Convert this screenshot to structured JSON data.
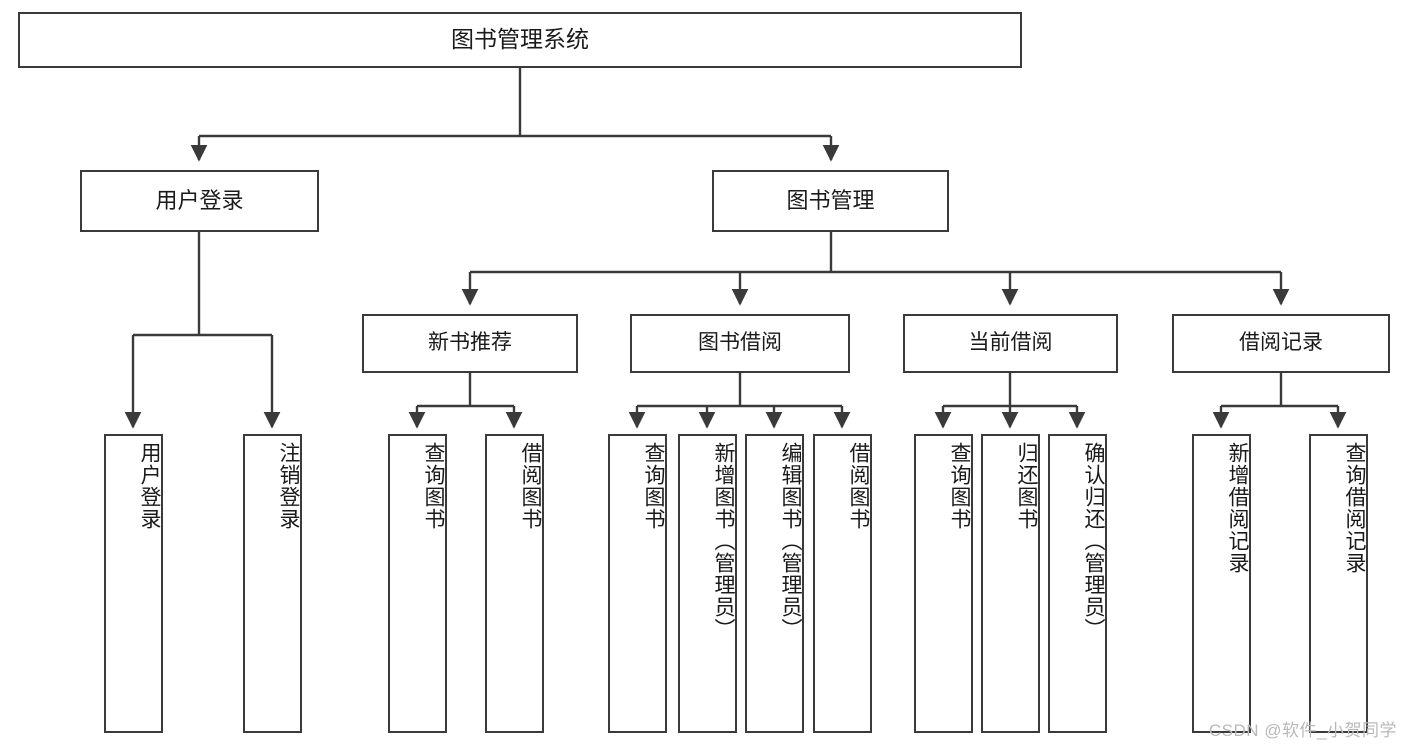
{
  "diagram": {
    "type": "tree-hierarchy-diagram",
    "title": "图书管理系统",
    "watermark": "CSDN @软件_小贺同学",
    "colors": {
      "stroke": "#3a3a3a",
      "fill": "#ffffff",
      "text": "#1a1a1a",
      "watermark": "#b9b9b9"
    },
    "nodes": {
      "root": {
        "label": "图书管理系统"
      },
      "level2": [
        {
          "label": "用户登录"
        },
        {
          "label": "图书管理"
        }
      ],
      "level3": [
        {
          "label": "新书推荐"
        },
        {
          "label": "图书借阅"
        },
        {
          "label": "当前借阅"
        },
        {
          "label": "借阅记录"
        }
      ],
      "leaves": [
        {
          "label": "用户登录",
          "parent": "用户登录"
        },
        {
          "label": "注销登录",
          "parent": "用户登录"
        },
        {
          "label": "查询图书",
          "parent": "新书推荐"
        },
        {
          "label": "借阅图书",
          "parent": "新书推荐"
        },
        {
          "label": "查询图书",
          "parent": "图书借阅"
        },
        {
          "label": "新增图书（管理员）",
          "parent": "图书借阅"
        },
        {
          "label": "编辑图书（管理员）",
          "parent": "图书借阅"
        },
        {
          "label": "借阅图书",
          "parent": "图书借阅"
        },
        {
          "label": "查询图书",
          "parent": "当前借阅"
        },
        {
          "label": "归还图书",
          "parent": "当前借阅"
        },
        {
          "label": "确认归还（管理员）",
          "parent": "当前借阅"
        },
        {
          "label": "新增借阅记录",
          "parent": "借阅记录"
        },
        {
          "label": "查询借阅记录",
          "parent": "借阅记录"
        }
      ]
    }
  }
}
